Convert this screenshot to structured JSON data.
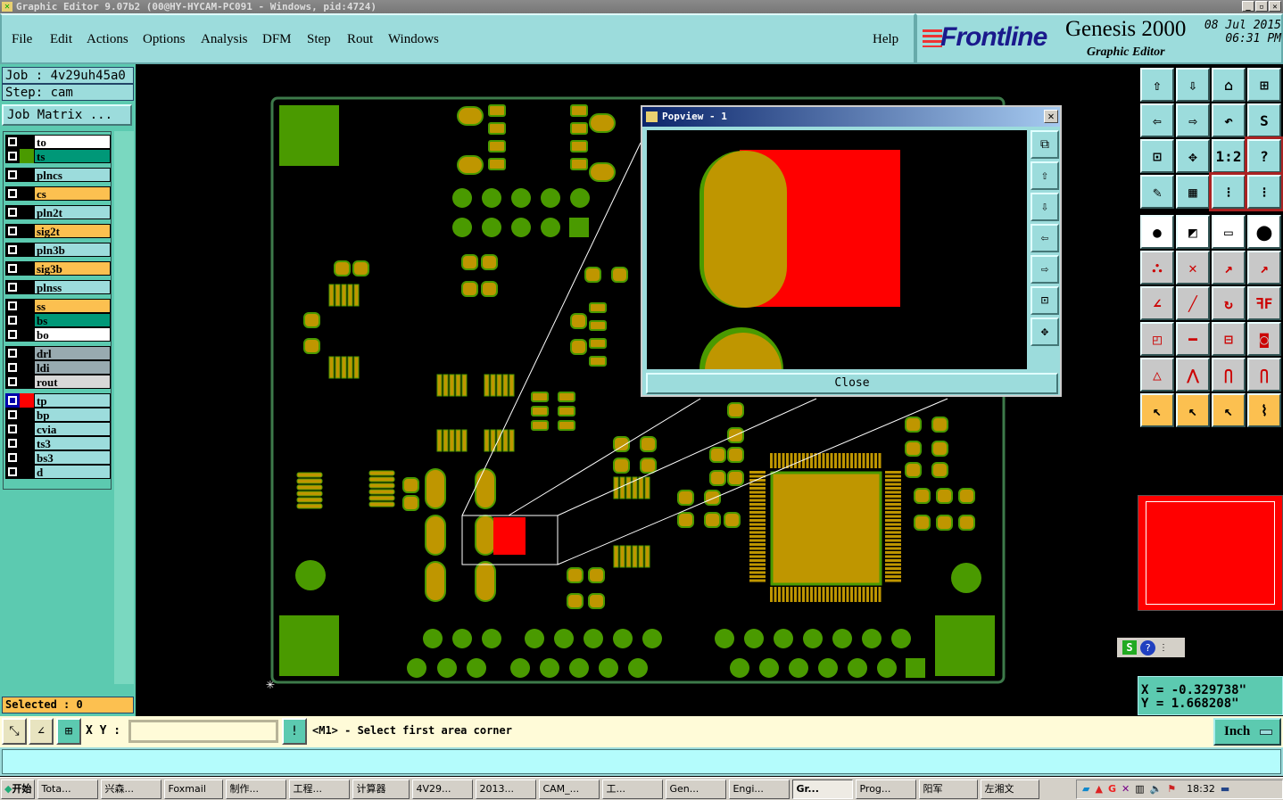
{
  "window": {
    "title": "Graphic Editor 9.07b2 (00@HY-HYCAM-PC091 - Windows, pid:4724)"
  },
  "menu": {
    "items": [
      "File",
      "Edit",
      "Actions",
      "Options",
      "Analysis",
      "DFM",
      "Step",
      "Rout",
      "Windows"
    ],
    "help": "Help"
  },
  "brand": {
    "logo": "Frontline",
    "product": "Genesis 2000",
    "subtitle": "Graphic Editor",
    "date": "08 Jul 2015",
    "time": "06:31 PM"
  },
  "job": {
    "job_label": "Job : 4v29uh45a0",
    "step_label": "Step: cam",
    "matrix_button": "Job Matrix ..."
  },
  "layers": [
    {
      "name": "to",
      "color": "#ffffff",
      "swatch": ""
    },
    {
      "name": "ts",
      "color": "#009878",
      "swatch": "#4a9a00"
    },
    {
      "name": "plncs",
      "color": "#9cdcdc",
      "swatch": ""
    },
    {
      "name": "cs",
      "color": "#fcc050",
      "swatch": ""
    },
    {
      "name": "pln2t",
      "color": "#9cdcdc",
      "swatch": ""
    },
    {
      "name": "sig2t",
      "color": "#fcc050",
      "swatch": ""
    },
    {
      "name": "pln3b",
      "color": "#9cdcdc",
      "swatch": ""
    },
    {
      "name": "sig3b",
      "color": "#fcc050",
      "swatch": ""
    },
    {
      "name": "plnss",
      "color": "#9cdcdc",
      "swatch": ""
    },
    {
      "name": "ss",
      "color": "#fcc050",
      "swatch": ""
    },
    {
      "name": "bs",
      "color": "#009878",
      "swatch": ""
    },
    {
      "name": "bo",
      "color": "#ffffff",
      "swatch": ""
    },
    {
      "name": "drl",
      "color": "#98aab0",
      "swatch": ""
    },
    {
      "name": "ldi",
      "color": "#98aab0",
      "swatch": ""
    },
    {
      "name": "rout",
      "color": "#d8d8d8",
      "swatch": ""
    },
    {
      "name": "tp",
      "color": "#9cdcdc",
      "swatch": "#ff0000"
    },
    {
      "name": "bp",
      "color": "#9cdcdc",
      "swatch": ""
    },
    {
      "name": "cvia",
      "color": "#9cdcdc",
      "swatch": ""
    },
    {
      "name": "ts3",
      "color": "#9cdcdc",
      "swatch": ""
    },
    {
      "name": "bs3",
      "color": "#9cdcdc",
      "swatch": ""
    },
    {
      "name": "d",
      "color": "#9cdcdc",
      "swatch": ""
    }
  ],
  "selected": "Selected : 0",
  "popview": {
    "title": "Popview - 1",
    "close": "Close"
  },
  "coords": {
    "x": "X = -0.329738\"",
    "y": "Y = 1.668208\""
  },
  "bottom": {
    "xy_label": "X Y :",
    "xy_value": "",
    "prompt": "<M1> - Select first area corner",
    "units": "Inch"
  },
  "toolbar_icons": [
    "move-up",
    "move-down",
    "home",
    "grid-xy",
    "move-left",
    "move-right",
    "undo-view",
    "snake",
    "zoom-in",
    "zoom-out",
    "zoom-1-2",
    "help",
    "tools",
    "grid",
    "measure-net",
    "measure-net-2",
    "select-pad",
    "zoom-area",
    "ruler",
    "pad",
    "connect",
    "cross",
    "move-pad",
    "move-pad-2",
    "line-angle",
    "line-move",
    "rotate",
    "mirror",
    "pad-move",
    "line",
    "dimension",
    "overlap",
    "triangle",
    "triangle-2",
    "arc",
    "arc-2",
    "pointer",
    "select-box",
    "select-poly",
    "route"
  ],
  "taskbar": {
    "start": "开始",
    "tasks": [
      "Tota...",
      "兴森...",
      "Foxmail",
      "制作...",
      "工程...",
      "计算器",
      "4V29...",
      "2013...",
      "CAM_...",
      "工...",
      "Gen...",
      "Engi...",
      "Gr...",
      "Prog...",
      "阳军",
      "左湘文"
    ],
    "active_index": 12,
    "clock": "18:32"
  },
  "colors": {
    "pad": "#bf9600",
    "pad_outline": "#4a9a00",
    "highlight": "#ff0000",
    "board_outline": "#3d7a4a",
    "panel": "#5ccab0",
    "menu": "#9cdcdc"
  }
}
